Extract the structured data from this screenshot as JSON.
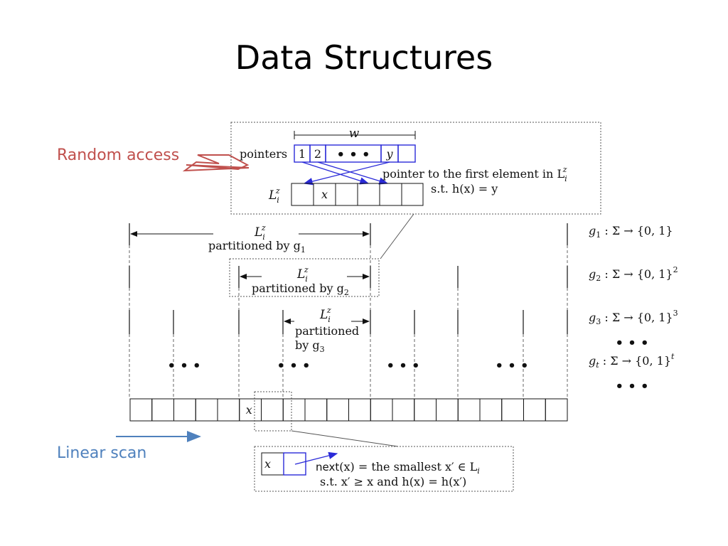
{
  "slide": {
    "title": "Data Structures"
  },
  "annotations": {
    "random_access": "Random access",
    "linear_scan": "Linear scan"
  },
  "colors": {
    "random_access": "#c0504d",
    "linear_scan": "#4f81bd",
    "pointer_blue": "#2a2ad8",
    "ink": "#111111"
  },
  "top_box": {
    "width_label": "w",
    "pointers_label": "pointers",
    "pointer_cells": [
      "1",
      "2",
      "• • •",
      "y",
      ""
    ],
    "list_label": "L",
    "list_sub": "i",
    "list_sup": "z",
    "list_cells": [
      "",
      "x",
      "",
      "",
      "",
      ""
    ],
    "note_line1": "pointer to the first element in L",
    "note_line1_sub": "i",
    "note_line1_sup": "z",
    "note_line2": "s.t. h(x) = y"
  },
  "levels": [
    {
      "label": "L",
      "sub": "i",
      "sup": "z",
      "caption": "partitioned by g",
      "caption_sub": "1"
    },
    {
      "label": "L",
      "sub": "i",
      "sup": "z",
      "caption": "partitioned by g",
      "caption_sub": "2"
    },
    {
      "label": "L",
      "sub": "i",
      "sup": "z",
      "caption": "partitioned",
      "caption2": "by g",
      "caption_sub": "3"
    }
  ],
  "functions": [
    {
      "name": "g",
      "sub": "1",
      "body": " : Σ → {0, 1}",
      "exp": ""
    },
    {
      "name": "g",
      "sub": "2",
      "body": " : Σ → {0, 1}",
      "exp": "2"
    },
    {
      "name": "g",
      "sub": "3",
      "body": " : Σ → {0, 1}",
      "exp": "3"
    },
    {
      "name": "g",
      "sub": "t",
      "body": " : Σ → {0, 1}",
      "exp": "t"
    }
  ],
  "ellipsis": "• • •",
  "bottom_array": {
    "cells": [
      "",
      "",
      "",
      "",
      "",
      "x",
      "",
      "",
      "",
      "",
      "",
      "",
      "",
      "",
      "",
      "",
      "",
      "",
      "",
      ""
    ]
  },
  "bottom_box": {
    "cells": [
      "x",
      ""
    ],
    "next_fn": "next",
    "next_text": "(x) = the smallest x′ ∈ L",
    "next_sub": "i",
    "line2": "s.t. x′ ≥ x and h(x) = h(x′)"
  }
}
